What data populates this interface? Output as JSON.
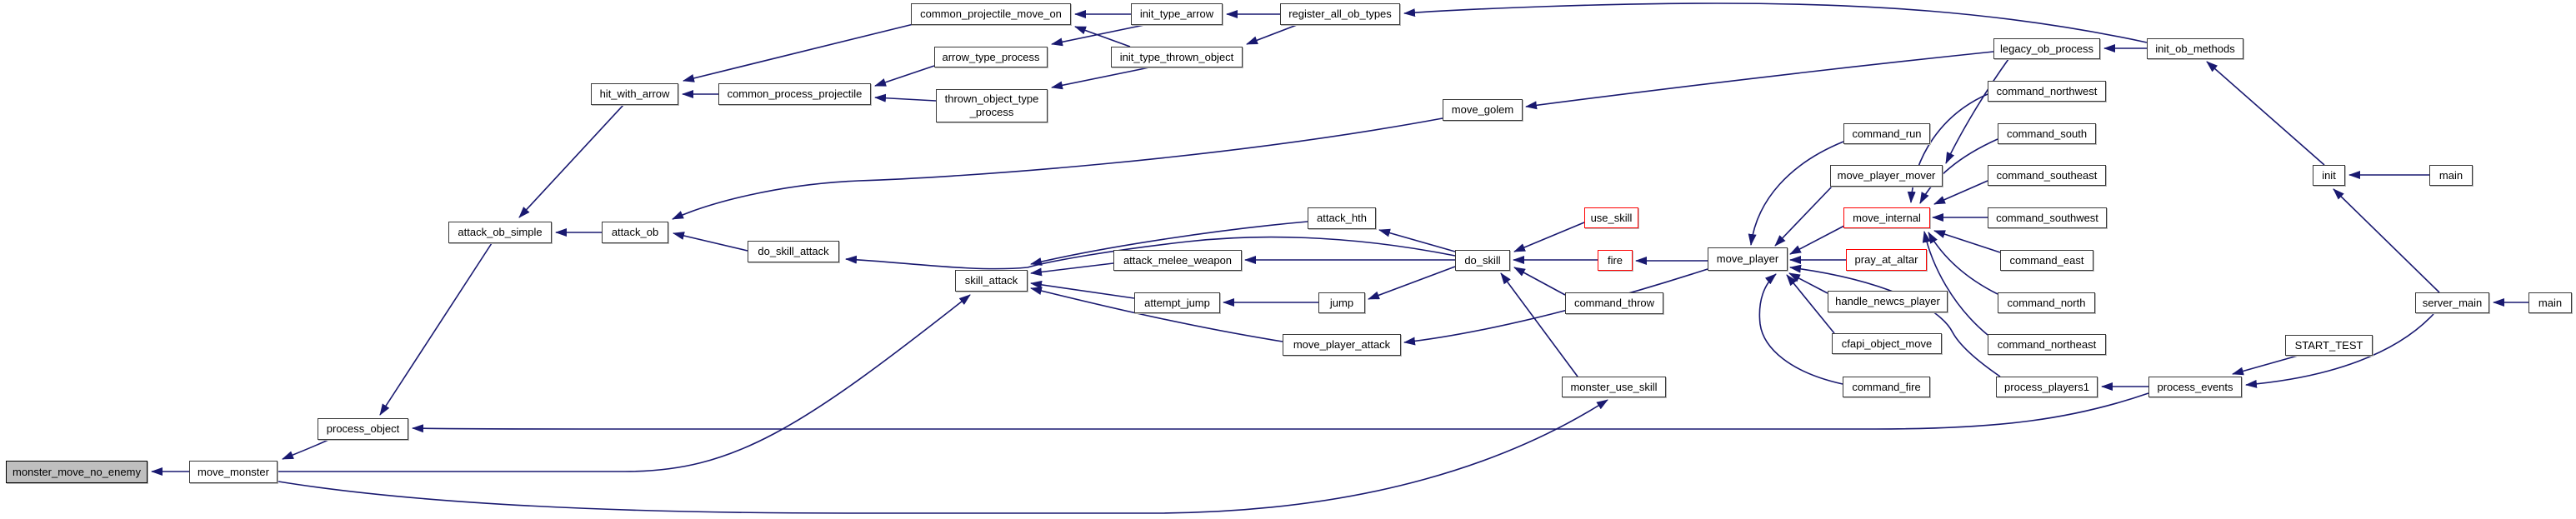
{
  "diagram": {
    "type": "doxygen-caller-graph",
    "focus_function": "monster_move_no_enemy",
    "colors": {
      "edge": "#191970",
      "node_border": "#3a3a3a",
      "focus_fill": "#bfbfbf",
      "truncated_border": "#ff0000",
      "background": "#ffffff"
    },
    "nodes": {
      "monster_move_no_enemy": {
        "label": "monster_move_no_enemy",
        "type": "focus"
      },
      "move_monster": {
        "label": "move_monster",
        "type": "normal"
      },
      "process_object": {
        "label": "process_object",
        "type": "normal"
      },
      "attack_ob_simple": {
        "label": "attack_ob_simple",
        "type": "normal"
      },
      "attack_ob": {
        "label": "attack_ob",
        "type": "normal"
      },
      "do_skill_attack": {
        "label": "do_skill_attack",
        "type": "normal"
      },
      "hit_with_arrow": {
        "label": "hit_with_arrow",
        "type": "normal"
      },
      "common_process_projectile": {
        "label": "common_process_projectile",
        "type": "normal"
      },
      "common_projectile_move_on": {
        "label": "common_projectile_move_on",
        "type": "normal"
      },
      "init_type_arrow": {
        "label": "init_type_arrow",
        "type": "normal"
      },
      "register_all_ob_types": {
        "label": "register_all_ob_types",
        "type": "normal"
      },
      "arrow_type_process": {
        "label": "arrow_type_process",
        "type": "normal"
      },
      "init_type_thrown_object": {
        "label": "init_type_thrown_object",
        "type": "normal"
      },
      "thrown_object_type_process": {
        "label": "thrown_object_type\n_process",
        "type": "normal"
      },
      "move_golem": {
        "label": "move_golem",
        "type": "normal"
      },
      "attack_hth": {
        "label": "attack_hth",
        "type": "normal"
      },
      "attack_melee_weapon": {
        "label": "attack_melee_weapon",
        "type": "normal"
      },
      "skill_attack": {
        "label": "skill_attack",
        "type": "normal"
      },
      "attempt_jump": {
        "label": "attempt_jump",
        "type": "normal"
      },
      "jump": {
        "label": "jump",
        "type": "normal"
      },
      "move_player_attack": {
        "label": "move_player_attack",
        "type": "normal"
      },
      "do_skill": {
        "label": "do_skill",
        "type": "normal"
      },
      "use_skill": {
        "label": "use_skill",
        "type": "truncated"
      },
      "fire": {
        "label": "fire",
        "type": "truncated"
      },
      "command_throw": {
        "label": "command_throw",
        "type": "normal"
      },
      "monster_use_skill": {
        "label": "monster_use_skill",
        "type": "normal"
      },
      "move_player": {
        "label": "move_player",
        "type": "normal"
      },
      "command_run": {
        "label": "command_run",
        "type": "normal"
      },
      "move_player_mover": {
        "label": "move_player_mover",
        "type": "normal"
      },
      "move_internal": {
        "label": "move_internal",
        "type": "truncated"
      },
      "pray_at_altar": {
        "label": "pray_at_altar",
        "type": "truncated"
      },
      "handle_newcs_player": {
        "label": "handle_newcs_player",
        "type": "normal"
      },
      "cfapi_object_move": {
        "label": "cfapi_object_move",
        "type": "normal"
      },
      "command_fire": {
        "label": "command_fire",
        "type": "normal"
      },
      "legacy_ob_process": {
        "label": "legacy_ob_process",
        "type": "normal"
      },
      "command_northwest": {
        "label": "command_northwest",
        "type": "normal"
      },
      "command_south": {
        "label": "command_south",
        "type": "normal"
      },
      "command_southeast": {
        "label": "command_southeast",
        "type": "normal"
      },
      "command_southwest": {
        "label": "command_southwest",
        "type": "normal"
      },
      "command_east": {
        "label": "command_east",
        "type": "normal"
      },
      "command_north": {
        "label": "command_north",
        "type": "normal"
      },
      "command_northeast": {
        "label": "command_northeast",
        "type": "normal"
      },
      "process_players1": {
        "label": "process_players1",
        "type": "normal"
      },
      "process_events": {
        "label": "process_events",
        "type": "normal"
      },
      "START_TEST": {
        "label": "START_TEST",
        "type": "normal"
      },
      "init_ob_methods": {
        "label": "init_ob_methods",
        "type": "normal"
      },
      "init": {
        "label": "init",
        "type": "normal"
      },
      "main_init": {
        "label": "main",
        "type": "normal"
      },
      "server_main": {
        "label": "server_main",
        "type": "normal"
      },
      "main_server": {
        "label": "main",
        "type": "normal"
      }
    },
    "edges": [
      {
        "from": "move_monster",
        "to": "monster_move_no_enemy"
      },
      {
        "from": "process_object",
        "to": "move_monster"
      },
      {
        "from": "attack_ob_simple",
        "to": "process_object"
      },
      {
        "from": "hit_with_arrow",
        "to": "attack_ob_simple"
      },
      {
        "from": "attack_ob",
        "to": "attack_ob_simple"
      },
      {
        "from": "common_process_projectile",
        "to": "hit_with_arrow"
      },
      {
        "from": "common_projectile_move_on",
        "to": "hit_with_arrow"
      },
      {
        "from": "arrow_type_process",
        "to": "common_process_projectile"
      },
      {
        "from": "thrown_object_type_process",
        "to": "common_process_projectile"
      },
      {
        "from": "init_type_arrow",
        "to": "common_projectile_move_on"
      },
      {
        "from": "init_type_arrow",
        "to": "arrow_type_process"
      },
      {
        "from": "init_type_thrown_object",
        "to": "common_projectile_move_on"
      },
      {
        "from": "init_type_thrown_object",
        "to": "thrown_object_type_process"
      },
      {
        "from": "register_all_ob_types",
        "to": "init_type_arrow"
      },
      {
        "from": "register_all_ob_types",
        "to": "init_type_thrown_object"
      },
      {
        "from": "init_ob_methods",
        "to": "register_all_ob_types"
      },
      {
        "from": "init_ob_methods",
        "to": "legacy_ob_process"
      },
      {
        "from": "init",
        "to": "init_ob_methods"
      },
      {
        "from": "main_init",
        "to": "init"
      },
      {
        "from": "server_main",
        "to": "init"
      },
      {
        "from": "main_server",
        "to": "server_main"
      },
      {
        "from": "server_main",
        "to": "process_events"
      },
      {
        "from": "START_TEST",
        "to": "process_events"
      },
      {
        "from": "process_events",
        "to": "process_players1"
      },
      {
        "from": "process_events",
        "to": "process_object"
      },
      {
        "from": "process_players1",
        "to": "move_player"
      },
      {
        "from": "command_fire",
        "to": "move_player"
      },
      {
        "from": "cfapi_object_move",
        "to": "move_player"
      },
      {
        "from": "handle_newcs_player",
        "to": "move_player"
      },
      {
        "from": "pray_at_altar",
        "to": "move_player"
      },
      {
        "from": "move_internal",
        "to": "move_player"
      },
      {
        "from": "move_player_mover",
        "to": "move_player"
      },
      {
        "from": "command_run",
        "to": "move_player"
      },
      {
        "from": "legacy_ob_process",
        "to": "move_player_mover"
      },
      {
        "from": "legacy_ob_process",
        "to": "move_golem"
      },
      {
        "from": "command_northwest",
        "to": "move_internal"
      },
      {
        "from": "command_south",
        "to": "move_internal"
      },
      {
        "from": "command_southeast",
        "to": "move_internal"
      },
      {
        "from": "command_southwest",
        "to": "move_internal"
      },
      {
        "from": "command_east",
        "to": "move_internal"
      },
      {
        "from": "command_north",
        "to": "move_internal"
      },
      {
        "from": "command_northeast",
        "to": "move_internal"
      },
      {
        "from": "move_player",
        "to": "fire"
      },
      {
        "from": "use_skill",
        "to": "do_skill"
      },
      {
        "from": "fire",
        "to": "do_skill"
      },
      {
        "from": "command_throw",
        "to": "do_skill"
      },
      {
        "from": "monster_use_skill",
        "to": "do_skill"
      },
      {
        "from": "move_player",
        "to": "move_player_attack"
      },
      {
        "from": "move_player_attack",
        "to": "skill_attack"
      },
      {
        "from": "do_skill",
        "to": "attack_hth"
      },
      {
        "from": "do_skill",
        "to": "attack_melee_weapon"
      },
      {
        "from": "do_skill",
        "to": "jump"
      },
      {
        "from": "jump",
        "to": "attempt_jump"
      },
      {
        "from": "attack_hth",
        "to": "skill_attack"
      },
      {
        "from": "attack_melee_weapon",
        "to": "skill_attack"
      },
      {
        "from": "attempt_jump",
        "to": "skill_attack"
      },
      {
        "from": "move_monster",
        "to": "skill_attack"
      },
      {
        "from": "move_monster",
        "to": "monster_use_skill"
      },
      {
        "from": "do_skill",
        "to": "do_skill_attack"
      },
      {
        "from": "do_skill_attack",
        "to": "attack_ob"
      },
      {
        "from": "move_golem",
        "to": "attack_ob"
      }
    ]
  }
}
